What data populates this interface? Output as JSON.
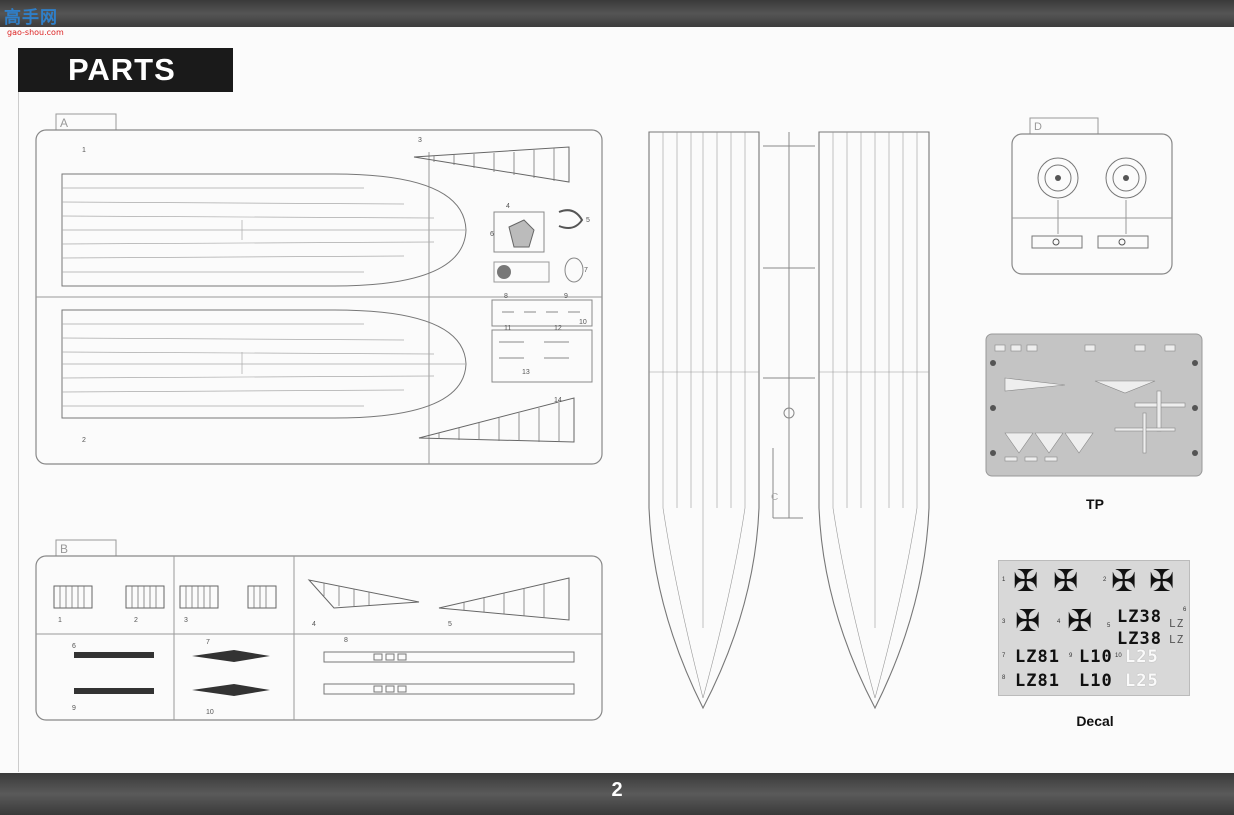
{
  "watermark": {
    "brand": "高手网",
    "url": "gao-shou.com"
  },
  "header": {
    "title": "PARTS"
  },
  "sprues": {
    "A": {
      "letter": "A",
      "part_numbers": [
        "1",
        "2",
        "3",
        "4",
        "5",
        "6",
        "7",
        "8",
        "9",
        "10",
        "11",
        "12",
        "13",
        "14"
      ]
    },
    "B": {
      "letter": "B",
      "part_numbers": [
        "1",
        "2",
        "3",
        "4",
        "5",
        "6",
        "7",
        "8",
        "9",
        "10"
      ]
    },
    "C": {
      "letter": "C"
    },
    "D": {
      "letter": "D"
    }
  },
  "photo_etch": {
    "label": "TP"
  },
  "decal": {
    "label": "Decal",
    "texts": [
      "LZ38",
      "LZ38",
      "LZ",
      "LZ",
      "LZ81",
      "LZ81",
      "L10",
      "L10",
      "L25",
      "L25"
    ],
    "numbers": [
      "1",
      "2",
      "3",
      "4",
      "5",
      "6",
      "7",
      "8",
      "9",
      "10"
    ]
  },
  "footer": {
    "page_number": "2"
  }
}
